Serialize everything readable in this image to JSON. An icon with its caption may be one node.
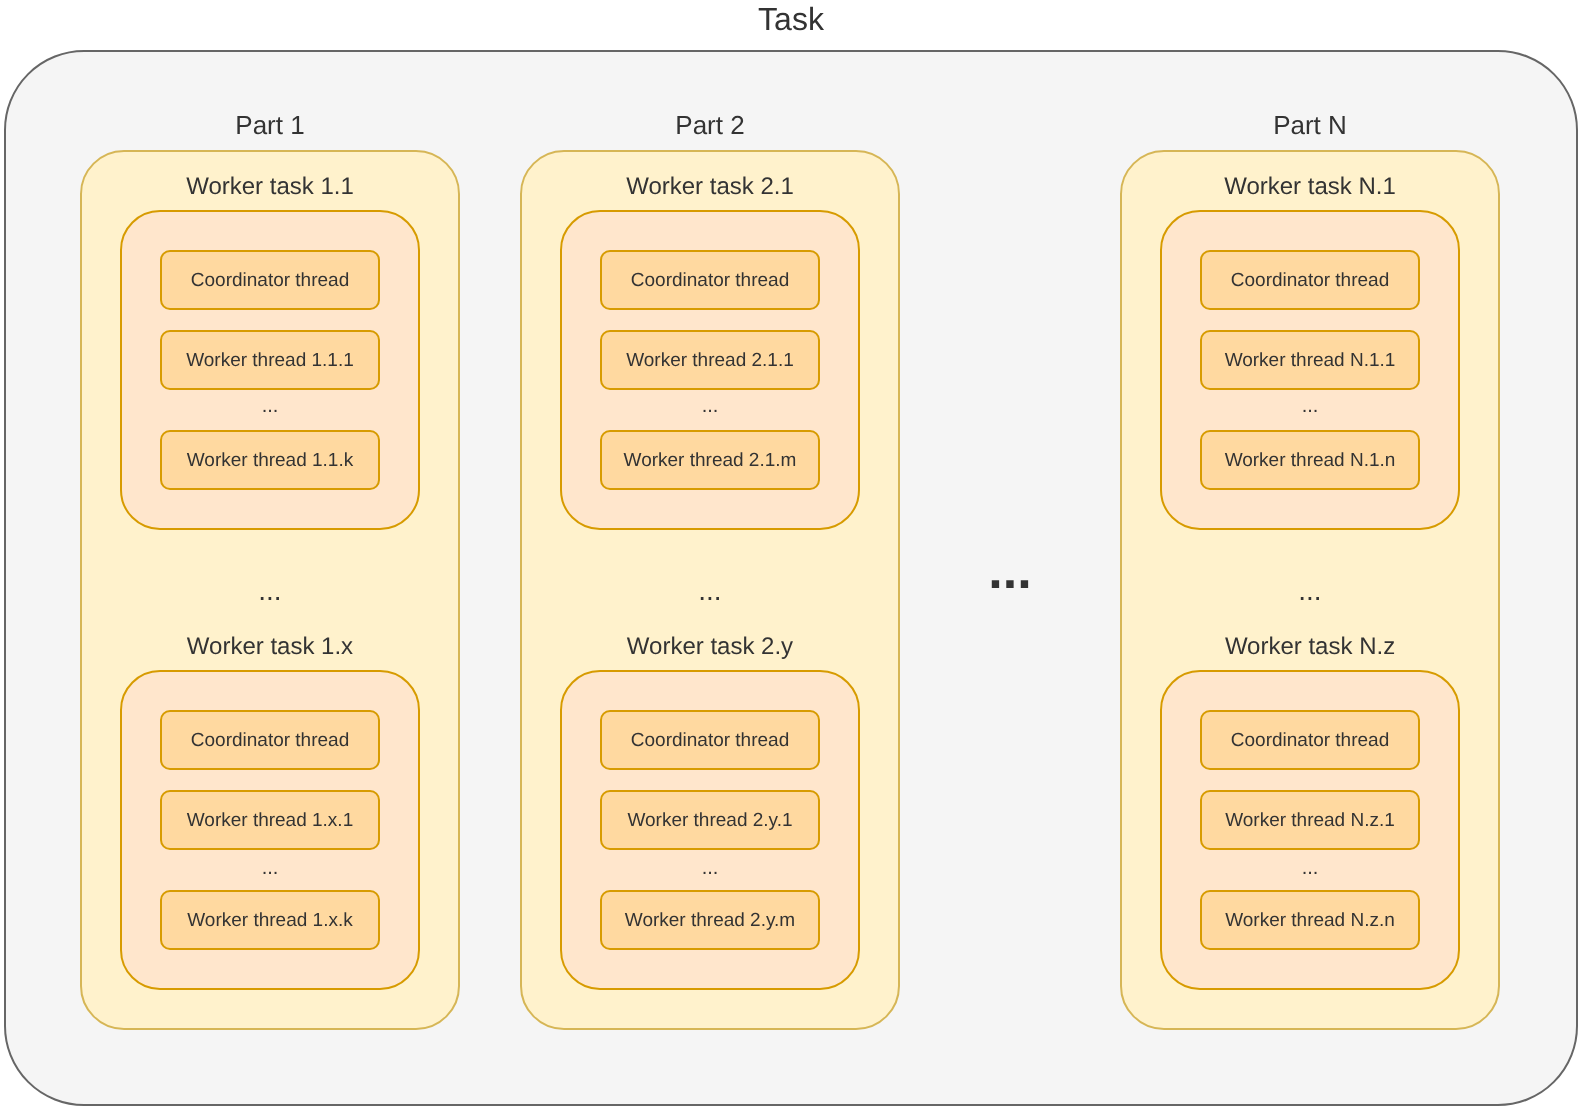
{
  "diagram": {
    "nodes": [
      {
        "text": [
          "Task"
        ]
      },
      {
        "text": [
          "Part 1"
        ],
        "in": 0
      },
      {
        "text": [
          "Worker task 1.1"
        ],
        "in": 1
      },
      {
        "text": [
          "Coordinator thread"
        ],
        "in": 2
      },
      {
        "text": [
          "Worker thread 1.1.1"
        ],
        "in": 2
      },
      {
        "text": [
          "Worker thread 1.1.k"
        ],
        "in": 2
      },
      {
        "text": [
          "Worker task 1.x"
        ],
        "in": 1
      },
      {
        "text": [
          "Coordinator thread"
        ],
        "in": 6
      },
      {
        "text": [
          "Worker thread 1.x.1"
        ],
        "in": 6
      },
      {
        "text": [
          "Worker thread 1.x.k"
        ],
        "in": 6
      },
      {
        "text": [
          "Part 2"
        ],
        "in": 0
      },
      {
        "text": [
          "Worker task 2.1"
        ],
        "in": 10
      },
      {
        "text": [
          "Coordinator thread"
        ],
        "in": 11
      },
      {
        "text": [
          "Worker thread 2.1.1"
        ],
        "in": 11
      },
      {
        "text": [
          "Worker thread 2.1.m"
        ],
        "in": 11
      },
      {
        "text": [
          "Worker task 2.y"
        ],
        "in": 10
      },
      {
        "text": [
          "Coordinator thread"
        ],
        "in": 15
      },
      {
        "text": [
          "Worker thread 2.y.1"
        ],
        "in": 15
      },
      {
        "text": [
          "Worker thread 2.y.m"
        ],
        "in": 15
      },
      {
        "text": [
          "Part N"
        ],
        "in": 0
      },
      {
        "text": [
          "Worker task N.1"
        ],
        "in": 19
      },
      {
        "text": [
          "Coordinator thread"
        ],
        "in": 20
      },
      {
        "text": [
          "Worker thread N.1.1"
        ],
        "in": 20
      },
      {
        "text": [
          "Worker thread N.1.n"
        ],
        "in": 20
      },
      {
        "text": [
          "Worker task N.z"
        ],
        "in": 19
      },
      {
        "text": [
          "Coordinator thread"
        ],
        "in": 24
      },
      {
        "text": [
          "Worker thread N.z.1"
        ],
        "in": 24
      },
      {
        "text": [
          "Worker thread N.z.n"
        ],
        "in": 24
      }
    ],
    "labels": [
      "...",
      "...",
      "...",
      "...",
      "...",
      "...",
      "...",
      "...",
      "...",
      "..."
    ]
  }
}
